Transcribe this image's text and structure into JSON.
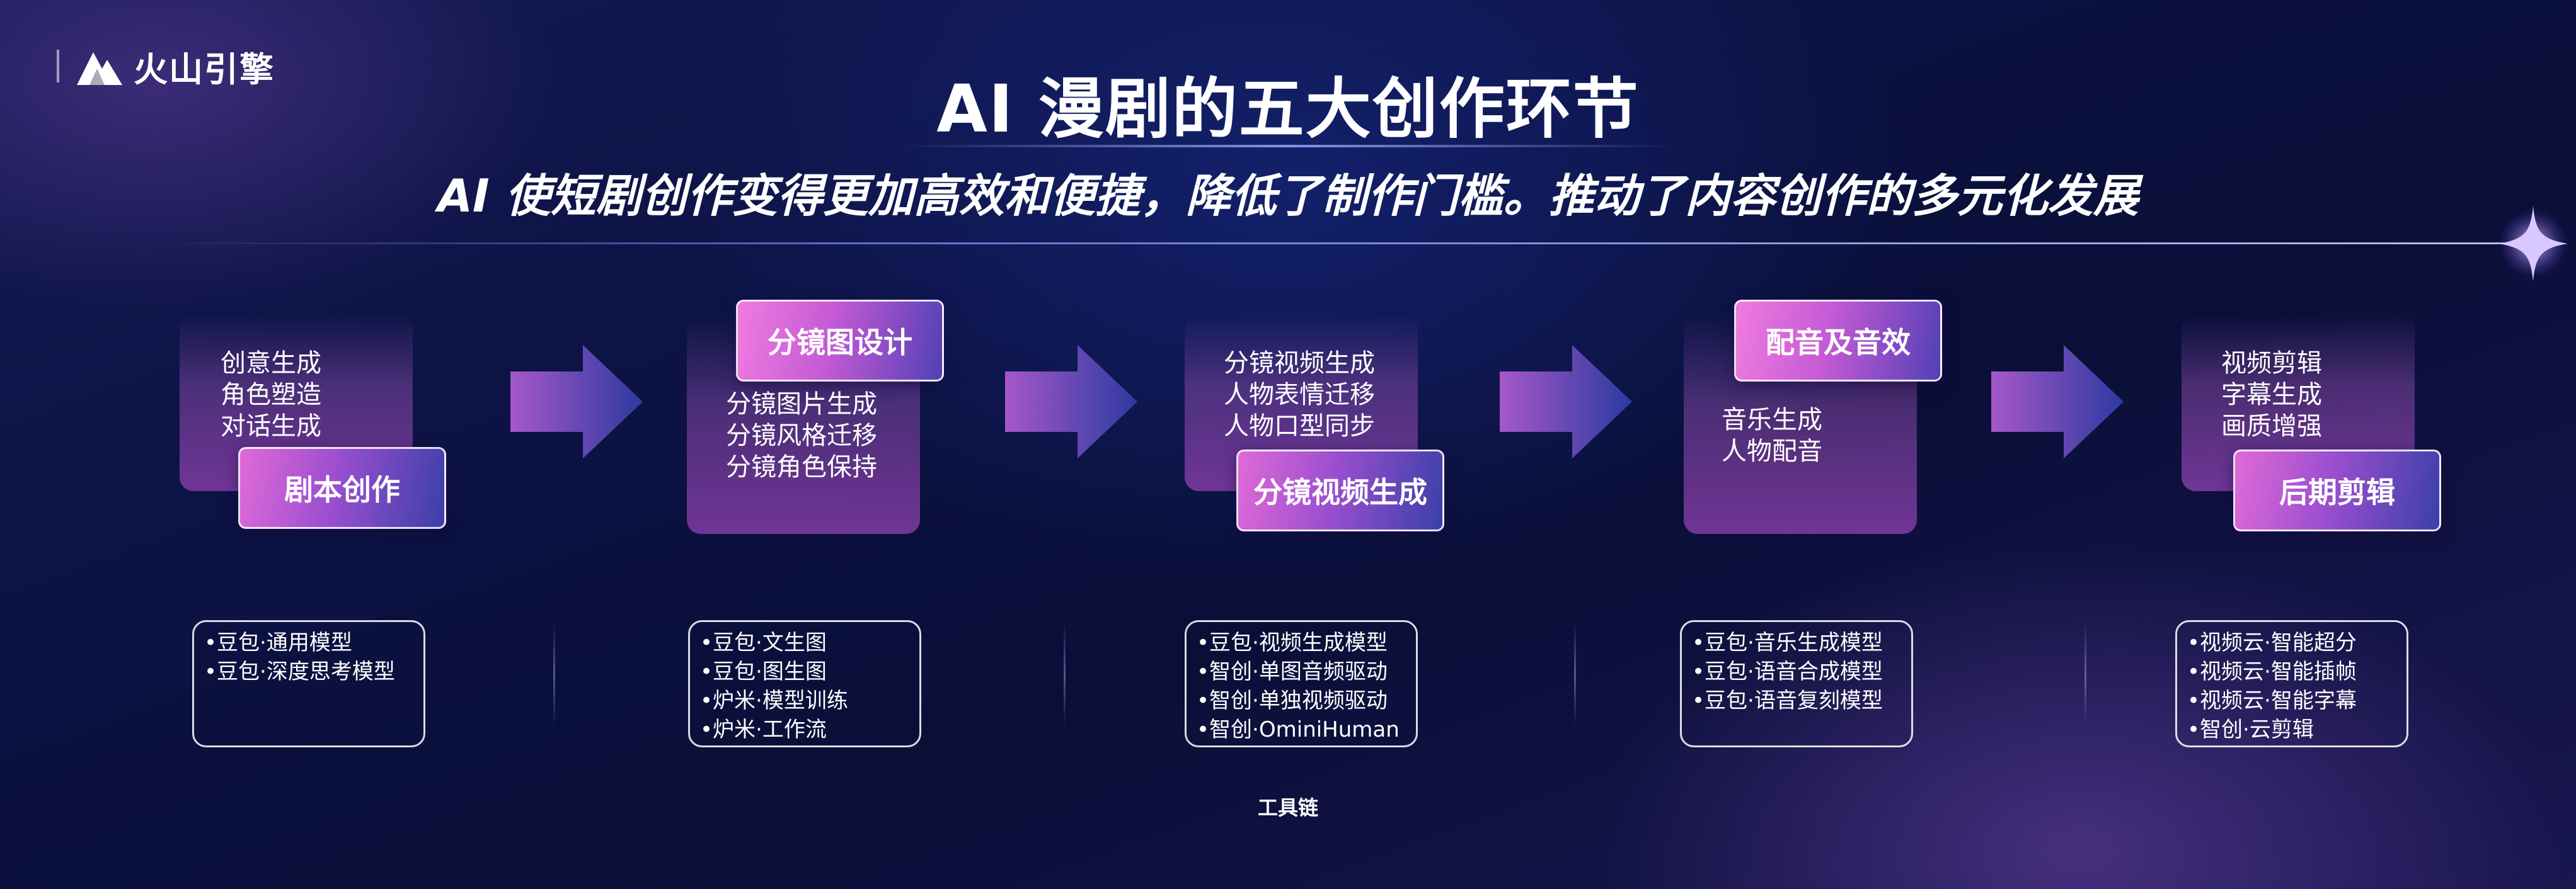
{
  "brand": {
    "name": "火山引擎"
  },
  "header": {
    "title": "AI 漫剧的五大创作环节",
    "subtitle": "AI 使短剧创作变得更加高效和便捷，降低了制作门槛。推动了内容创作的多元化发展"
  },
  "stages": [
    {
      "label": "剧本创作",
      "items": [
        "创意生成",
        "角色塑造",
        "对话生成"
      ],
      "tools": [
        "•豆包·通用模型",
        "•豆包·深度思考模型"
      ]
    },
    {
      "label": "分镜图设计",
      "items": [
        "分镜图片生成",
        "分镜风格迁移",
        "分镜角色保持"
      ],
      "tools": [
        "•豆包·文生图",
        "•豆包·图生图",
        "•炉米·模型训练",
        "•炉米·工作流"
      ]
    },
    {
      "label": "分镜视频生成",
      "items": [
        "分镜视频生成",
        "人物表情迁移",
        "人物口型同步"
      ],
      "tools": [
        "•豆包·视频生成模型",
        "•智创·单图音频驱动",
        "•智创·单独视频驱动",
        "•智创·OminiHuman"
      ]
    },
    {
      "label": "配音及音效",
      "items": [
        "音乐生成",
        "人物配音"
      ],
      "tools": [
        "•豆包·音乐生成模型",
        "•豆包·语音合成模型",
        "•豆包·语音复刻模型"
      ]
    },
    {
      "label": "后期剪辑",
      "items": [
        "视频剪辑",
        "字幕生成",
        "画质增强"
      ],
      "tools": [
        "•视频云·智能超分",
        "•视频云·智能插帧",
        "•视频云·智能字幕",
        "•智创·云剪辑"
      ]
    }
  ],
  "footer": {
    "label": "工具链"
  },
  "icons": [
    "volcano-logo-icon",
    "arrow-right-icon",
    "sparkle-icon"
  ],
  "colors": {
    "accent_pink": "#e06ad8",
    "accent_indigo": "#3b40a8",
    "background": "#0b1140"
  }
}
